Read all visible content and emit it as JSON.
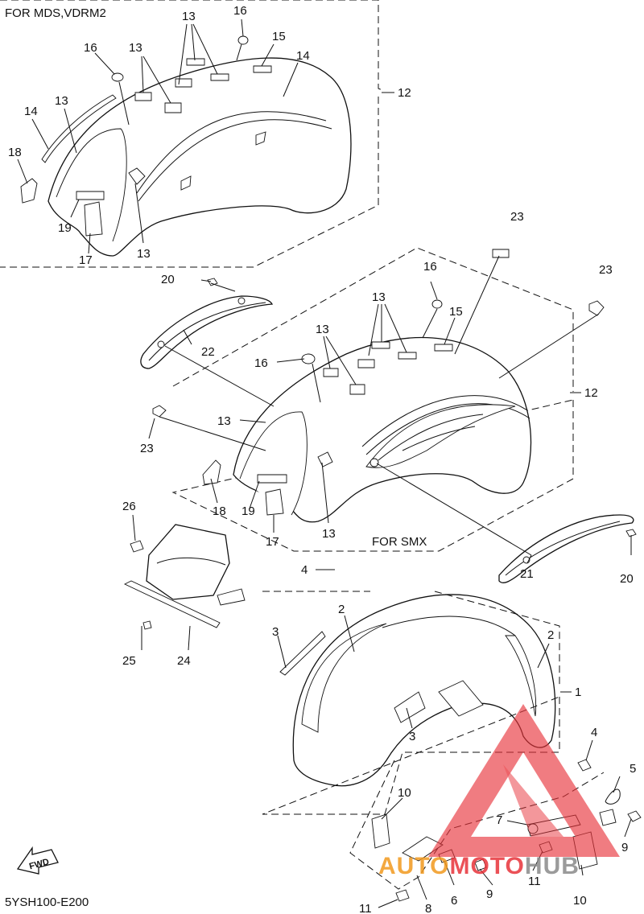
{
  "group_captions": {
    "top": "FOR MDS,VDRM2",
    "middle": "FOR SMX"
  },
  "diagram_code": "5YSH100-E200",
  "fwd_label": "FWD",
  "watermark": {
    "part1": "AUTO",
    "part2": "MOTO",
    "part3": "HUB",
    "colors": {
      "red": "#e8333a",
      "orange": "#f29a1e",
      "gray": "#8a8a8a"
    }
  },
  "callouts": {
    "top_16a": "16",
    "top_16b": "16",
    "top_13a": "13",
    "top_13b": "13",
    "top_13c": "13",
    "top_13d": "13",
    "top_15": "15",
    "top_14a": "14",
    "top_14b": "14",
    "top_18": "18",
    "top_19": "19",
    "top_17": "17",
    "top_12": "12",
    "mid_20a": "20",
    "mid_22": "22",
    "mid_23a": "23",
    "mid_23b": "23",
    "mid_23c": "23",
    "mid_16a": "16",
    "mid_16b": "16",
    "mid_13a": "13",
    "mid_13b": "13",
    "mid_13c": "13",
    "mid_13d": "13",
    "mid_15": "15",
    "mid_12": "12",
    "mid_18": "18",
    "mid_19": "19",
    "mid_17": "17",
    "mid_21": "21",
    "mid_20b": "20",
    "low_26": "26",
    "low_25": "25",
    "low_24": "24",
    "low_4a": "4",
    "low_4b": "4",
    "low_2a": "2",
    "low_2b": "2",
    "low_3a": "3",
    "low_3b": "3",
    "low_1": "1",
    "low_5": "5",
    "low_7": "7",
    "low_9a": "9",
    "low_9b": "9",
    "low_10a": "10",
    "low_10b": "10",
    "low_11a": "11",
    "low_11b": "11",
    "low_6": "6",
    "low_8": "8"
  }
}
